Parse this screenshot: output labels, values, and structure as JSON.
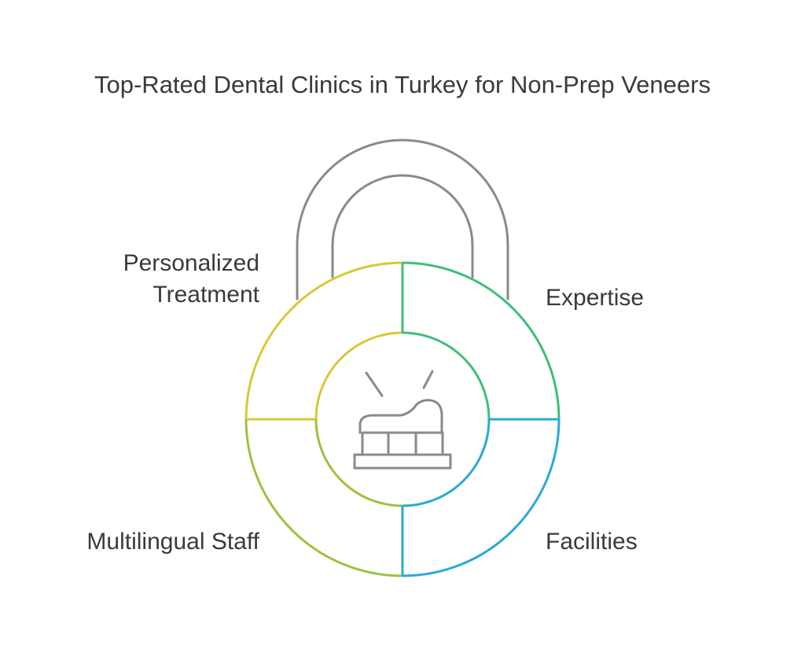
{
  "title": "Top-Rated Dental Clinics in Turkey for Non-Prep Veneers",
  "quadrants": [
    {
      "label_lines": [
        "Personalized",
        "Treatment"
      ],
      "color": "#d8c838"
    },
    {
      "label_lines": [
        "Expertise"
      ],
      "color": "#3dbf7a"
    },
    {
      "label_lines": [
        "Multilingual Staff"
      ],
      "color": "#9cc13e"
    },
    {
      "label_lines": [
        "Facilities"
      ],
      "color": "#2aa9d8"
    }
  ],
  "shackle_color": "#8a8a8a",
  "center_icon": "dental-veneer-icon"
}
